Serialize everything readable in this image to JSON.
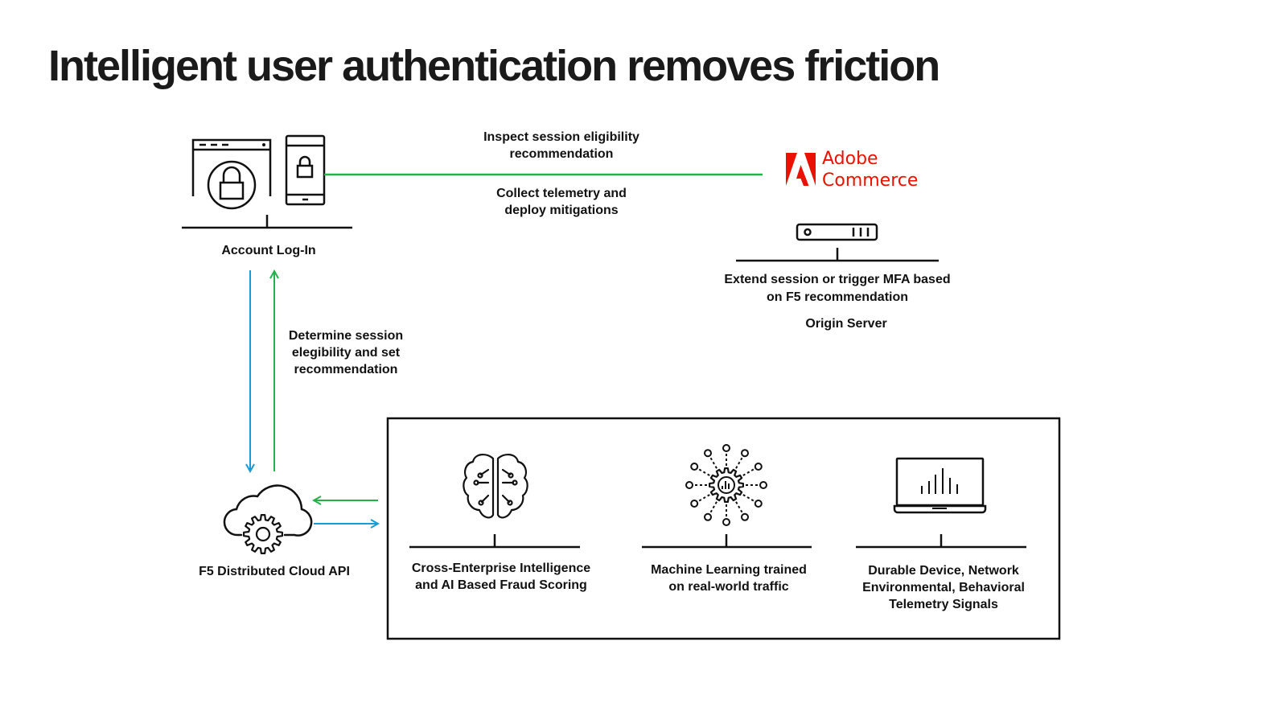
{
  "title": "Intelligent user authentication removes friction",
  "colors": {
    "green": "#22b24c",
    "blue": "#1a9ad6",
    "adobe_red": "#eb1000",
    "ink": "#111111"
  },
  "nodes": {
    "account_login": {
      "label": "Account Log-In",
      "icons": [
        "browser-window-lock-icon",
        "mobile-phone-lock-icon"
      ]
    },
    "origin": {
      "brand": {
        "line1": "Adobe",
        "line2": "Commerce"
      },
      "action": {
        "line1": "Extend session or trigger MFA based",
        "line2": "on F5 recommendation"
      },
      "label": "Origin Server",
      "icons": [
        "adobe-logo-icon",
        "server-rack-icon"
      ]
    },
    "cloud_api": {
      "label": "F5 Distributed Cloud API",
      "icons": [
        "cloud-gear-icon"
      ]
    }
  },
  "flows": {
    "inspect": {
      "line1": "Inspect session eligibility",
      "line2": "recommendation"
    },
    "collect": {
      "line1": "Collect telemetry and",
      "line2": "deploy mitigations"
    },
    "determine": {
      "line1": "Determine session",
      "line2": "elegibility and set",
      "line3": "recommendation"
    }
  },
  "features": [
    {
      "line1": "Cross-Enterprise Intelligence",
      "line2": "and AI Based Fraud Scoring",
      "icon": "brain-circuit-icon"
    },
    {
      "line1": "Machine Learning trained",
      "line2": "on real-world traffic",
      "icon": "gear-network-icon"
    },
    {
      "line1": "Durable Device, Network",
      "line2": "Environmental, Behavioral",
      "line3": "Telemetry Signals",
      "icon": "laptop-chart-icon"
    }
  ]
}
